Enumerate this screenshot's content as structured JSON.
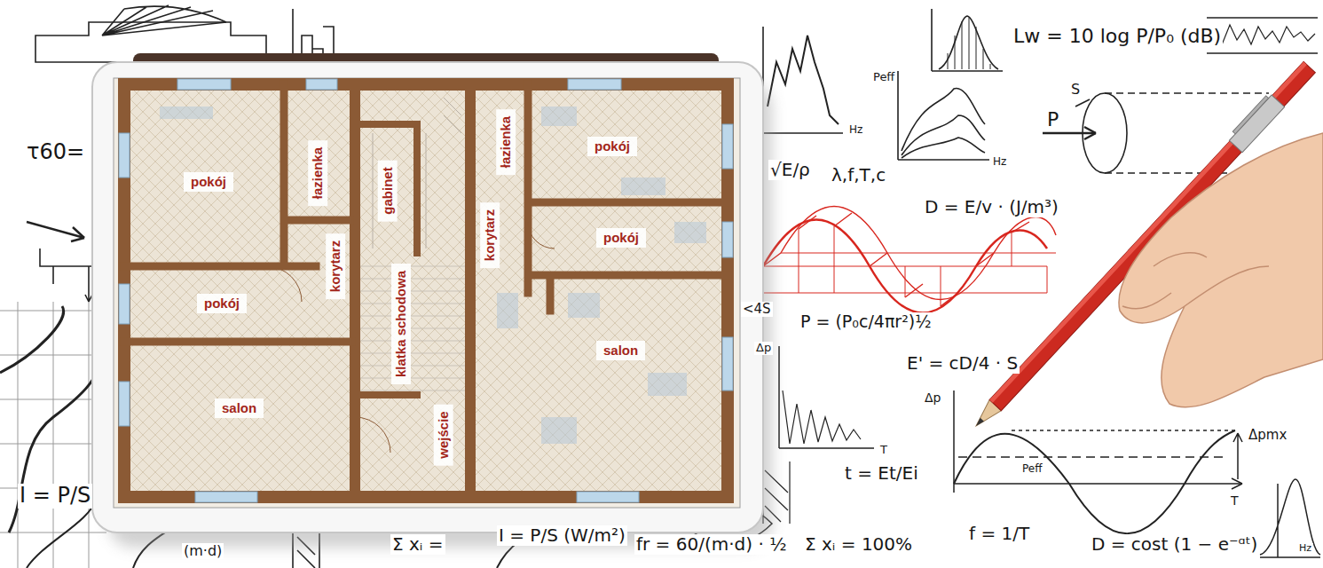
{
  "diagram": {
    "nodes": [
      {
        "text": [
          "pokój"
        ]
      },
      {
        "text": [
          "łazienka"
        ]
      },
      {
        "text": [
          "gabinet"
        ]
      },
      {
        "text": [
          "łazienka"
        ]
      },
      {
        "text": [
          "pokój"
        ]
      },
      {
        "text": [
          "korytarz"
        ]
      },
      {
        "text": [
          "korytarz"
        ]
      },
      {
        "text": [
          "pokój"
        ]
      },
      {
        "text": [
          "pokój"
        ]
      },
      {
        "text": [
          "klatka schodowa"
        ]
      },
      {
        "text": [
          "salon"
        ]
      },
      {
        "text": [
          "salon"
        ]
      },
      {
        "text": [
          "wejście"
        ]
      }
    ],
    "labels": [
      "τ60=",
      "Lw = 10 log P/P₀ (dB)",
      "√E/ρ",
      "λ,f,T,c",
      "D = E/v · (J/m³)",
      "Peff",
      "Hz",
      "Hz",
      "P = (P₀c/4πr²)½",
      "E' = cD/4 · S",
      "t = Et/Ei",
      "I = P/S",
      "I = P/S (W/m²)",
      "fr = 60/(m·d) · ½",
      "Σ xᵢ =",
      "Σ xᵢ = 100%",
      "f = 1/T",
      "D = cost (1 − e⁻ᵅᵗ)",
      "<4S",
      "Δp",
      "T",
      "Δp",
      "Δpmx",
      "Peff",
      "T",
      "S",
      "P",
      "Hz",
      "(m·d)"
    ]
  }
}
